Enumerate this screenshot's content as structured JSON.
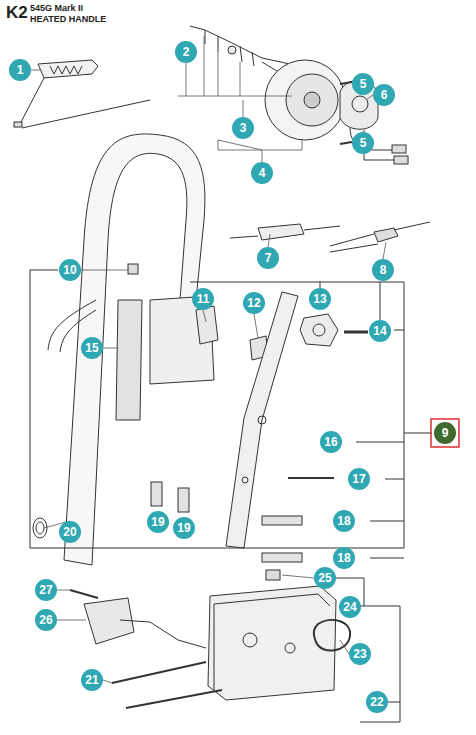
{
  "diagram": {
    "labels": [
      "K2",
      "545G Mark II",
      "HEATED HANDLE",
      "1",
      "2",
      "3",
      "4",
      "5",
      "6",
      "5",
      "7",
      "8",
      "10",
      "11",
      "12",
      "13",
      "14",
      "15",
      "9",
      "16",
      "17",
      "18",
      "18",
      "19",
      "19",
      "20",
      "27",
      "25",
      "24",
      "26",
      "23",
      "21",
      "22"
    ]
  }
}
